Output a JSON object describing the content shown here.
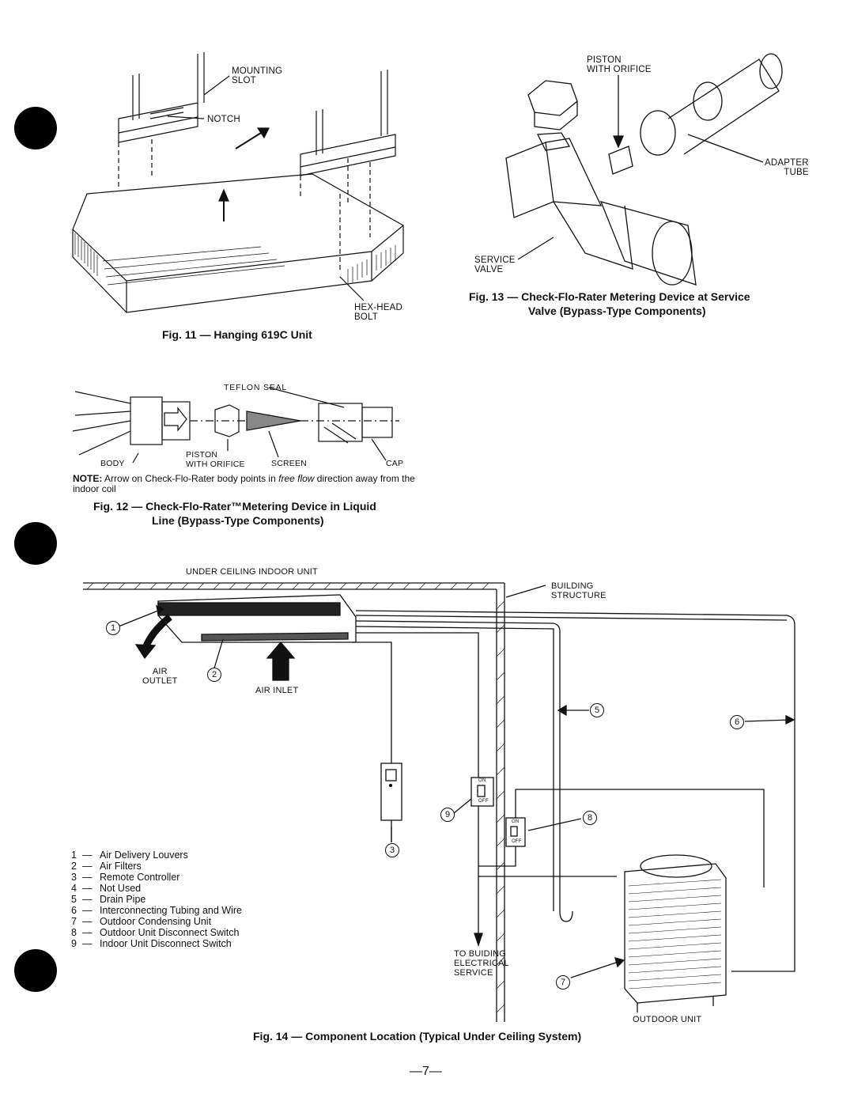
{
  "fig11": {
    "labels": {
      "mounting_slot": "MOUNTING\nSLOT",
      "notch": "NOTCH",
      "hex_head_bolt": "HEX-HEAD\nBOLT"
    },
    "caption": "Fig. 11 — Hanging 619C Unit"
  },
  "fig13": {
    "labels": {
      "piston": "PISTON\nWITH ORIFICE",
      "adapter": "ADAPTER\nTUBE",
      "service_valve": "SERVICE\nVALVE"
    },
    "caption_line1": "Fig. 13 — Check-Flo-Rater Metering Device at Service",
    "caption_line2": "Valve (Bypass-Type Components)"
  },
  "fig12": {
    "labels": {
      "teflon_seal": "TEFLON SEAL",
      "body": "BODY",
      "piston": "PISTON\nWITH ORIFICE",
      "screen": "SCREEN",
      "cap": "CAP"
    },
    "note_prefix": "NOTE:",
    "note_text_1": " Arrow on Check-Flo-Rater body points in ",
    "note_italic": "free flow",
    "note_text_2": " direction away from the indoor coil",
    "caption_line1": "Fig. 12 — Check-Flo-Rater™Metering Device in Liquid",
    "caption_line2": "Line (Bypass-Type Components)"
  },
  "fig14": {
    "labels": {
      "under_ceiling": "UNDER CEILING INDOOR UNIT",
      "building": "BUILDING\nSTRUCTURE",
      "air_outlet": "AIR\nOUTLET",
      "air_inlet": "AIR INLET",
      "to_building": "TO BUIDING\nELECTRICAL\nSERVICE",
      "outdoor_unit": "OUTDOOR UNIT",
      "on": "ON",
      "off": "OFF"
    },
    "callouts": [
      "1",
      "2",
      "3",
      "5",
      "6",
      "7",
      "8",
      "9"
    ],
    "legend": [
      {
        "n": "1",
        "text": "Air Delivery Louvers"
      },
      {
        "n": "2",
        "text": "Air Filters"
      },
      {
        "n": "3",
        "text": "Remote Controller"
      },
      {
        "n": "4",
        "text": "Not Used"
      },
      {
        "n": "5",
        "text": "Drain Pipe"
      },
      {
        "n": "6",
        "text": "Interconnecting Tubing and Wire"
      },
      {
        "n": "7",
        "text": "Outdoor Condensing Unit"
      },
      {
        "n": "8",
        "text": "Outdoor Unit Disconnect Switch"
      },
      {
        "n": "9",
        "text": "Indoor Unit Disconnect Switch"
      }
    ],
    "legend_dash": "—",
    "caption": "Fig. 14 — Component Location (Typical Under Ceiling System)"
  },
  "page_number": "—7—"
}
